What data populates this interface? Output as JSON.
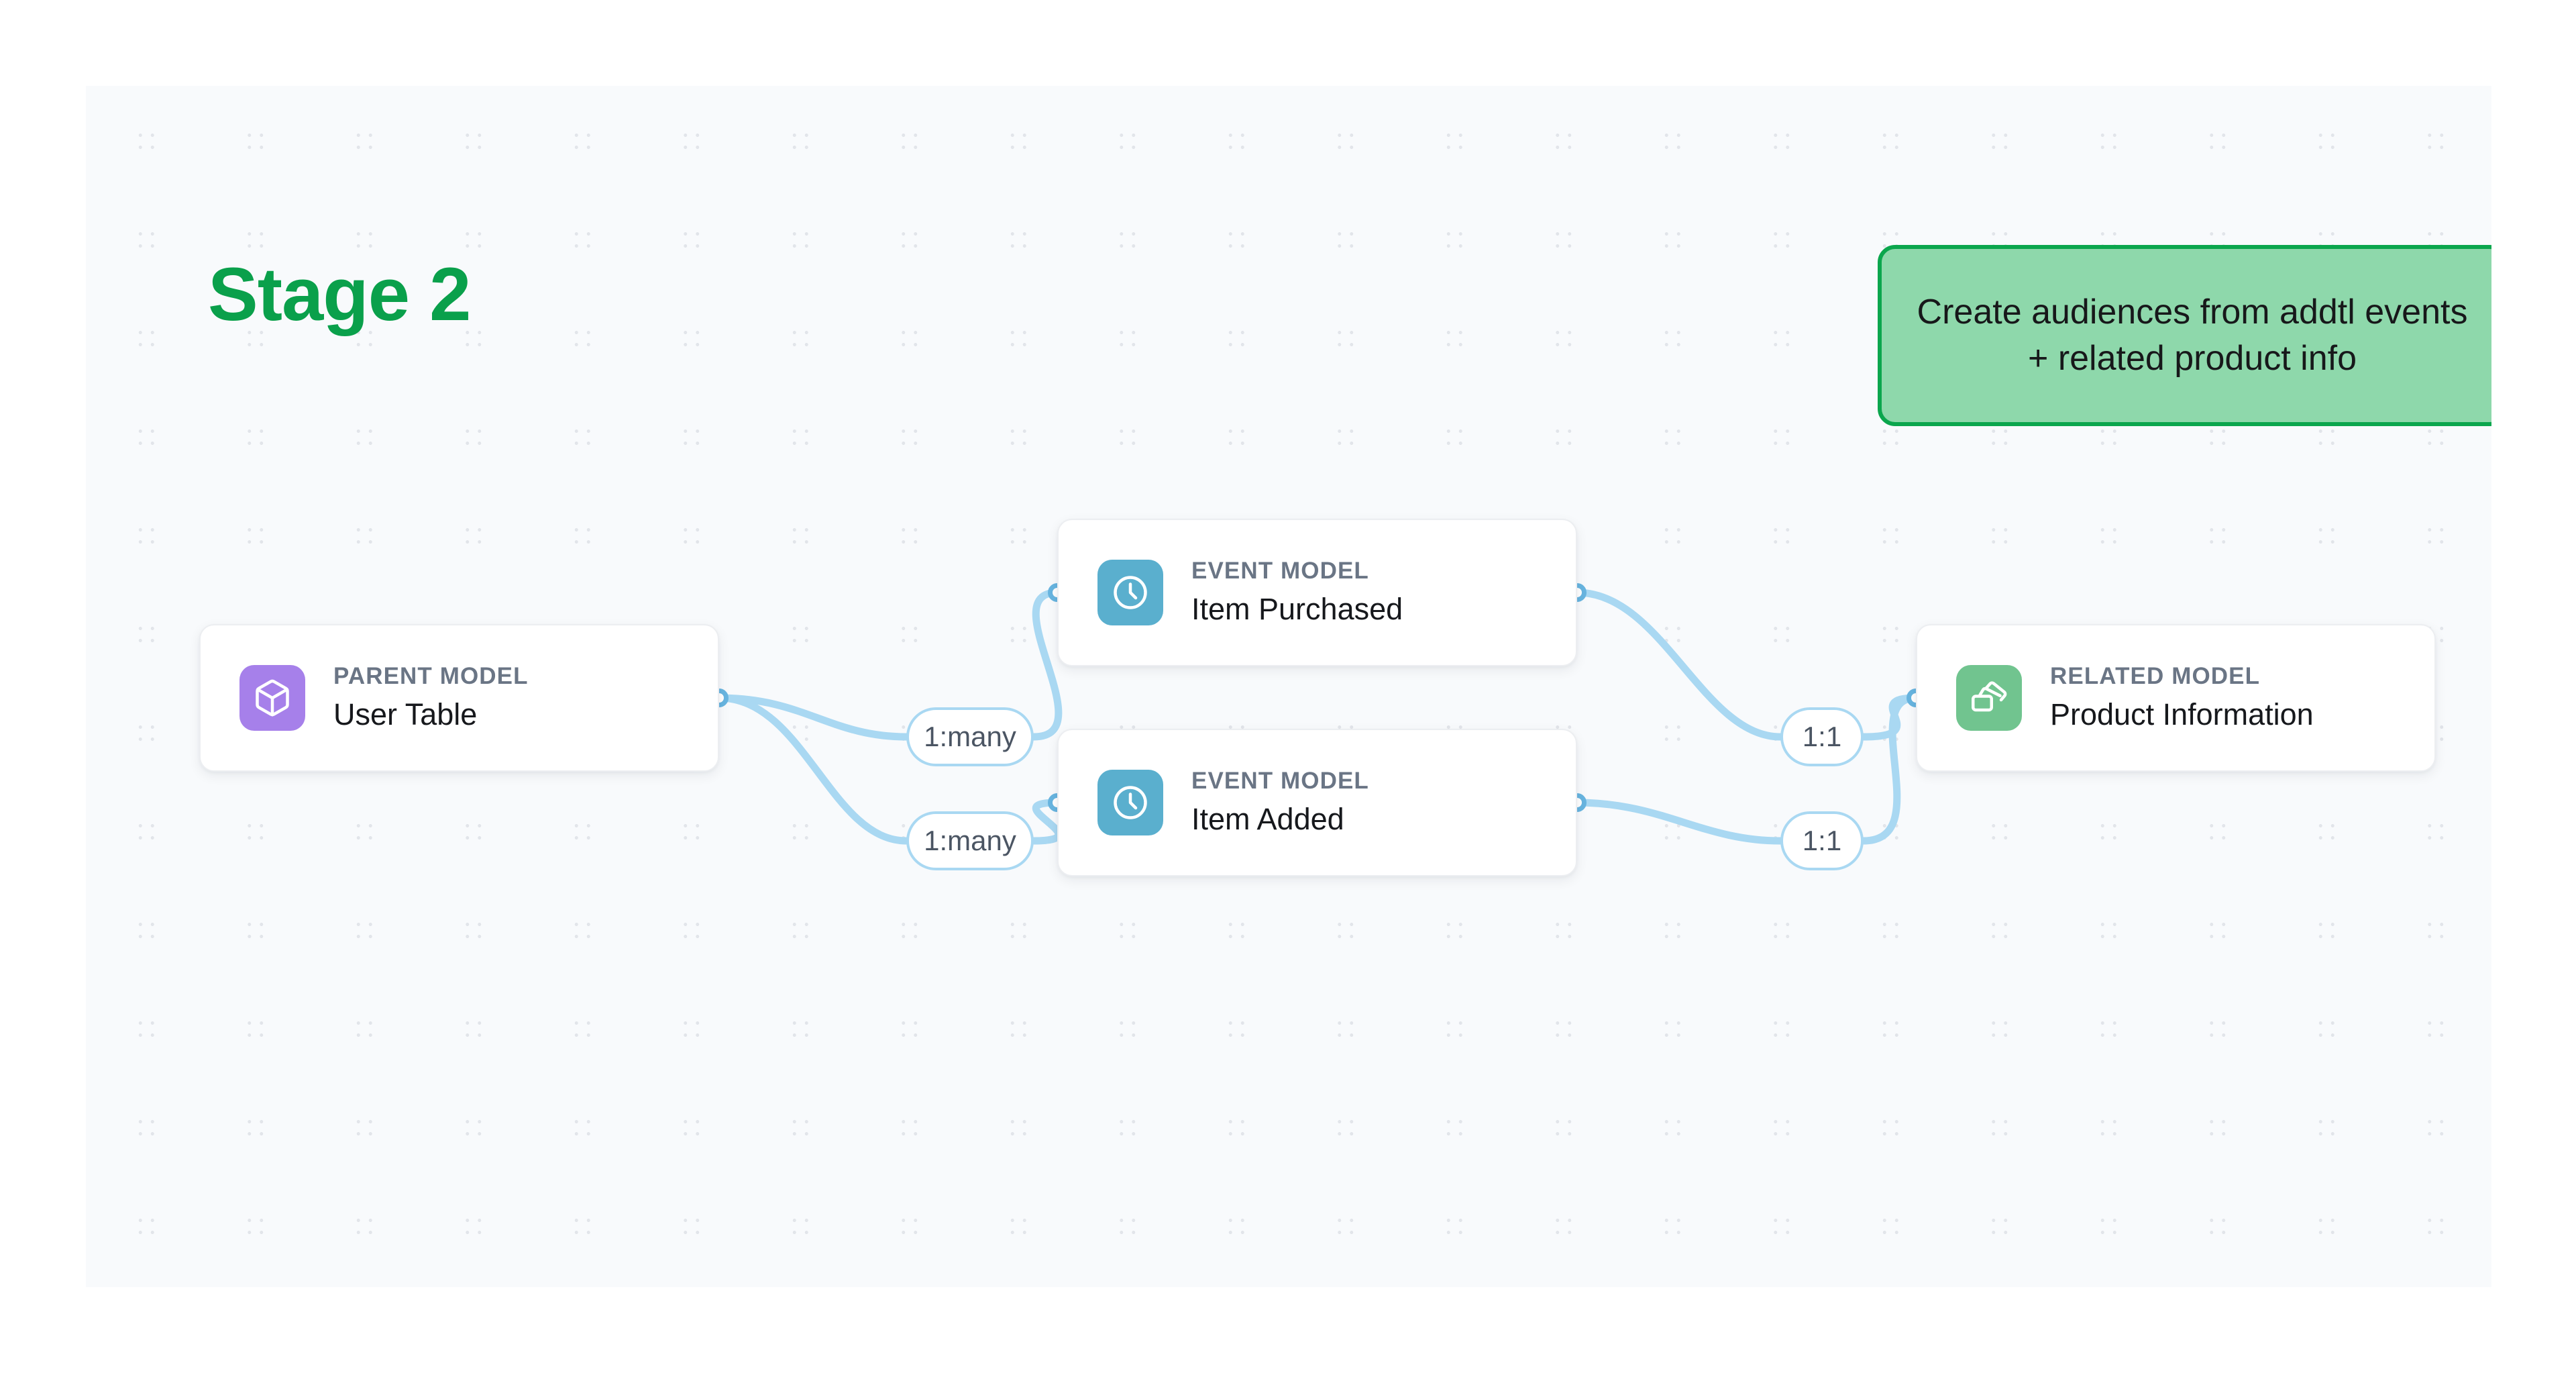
{
  "stage": {
    "title": "Stage 2",
    "title_color": "#0aa04b"
  },
  "callout": {
    "text": "Create audiences from addtl events + related product info",
    "background_color": "#8ed8ab",
    "border_color": "#0ba64d"
  },
  "canvas": {
    "background_color": "#f8fafc",
    "dot_color": "#e2e5ea"
  },
  "nodes": [
    {
      "id": "parent",
      "kind": "PARENT MODEL",
      "name": "User Table",
      "icon": "cube-icon",
      "icon_color": "#a680ea"
    },
    {
      "id": "event-1",
      "kind": "EVENT MODEL",
      "name": "Item Purchased",
      "icon": "clock-icon",
      "icon_color": "#5aafce"
    },
    {
      "id": "event-2",
      "kind": "EVENT MODEL",
      "name": "Item Added",
      "icon": "clock-icon",
      "icon_color": "#5aafce"
    },
    {
      "id": "related",
      "kind": "RELATED MODEL",
      "name": "Product Information",
      "icon": "layers-icon",
      "icon_color": "#71c48f"
    }
  ],
  "edges": [
    {
      "id": "e1",
      "from": "parent",
      "to": "event-1",
      "label": "1:many"
    },
    {
      "id": "e2",
      "from": "parent",
      "to": "event-2",
      "label": "1:many"
    },
    {
      "id": "e3",
      "from": "event-1",
      "to": "related",
      "label": "1:1"
    },
    {
      "id": "e4",
      "from": "event-2",
      "to": "related",
      "label": "1:1"
    }
  ],
  "edge_style": {
    "stroke_color": "#a9d8f2",
    "handle_color": "#68b5e0"
  }
}
